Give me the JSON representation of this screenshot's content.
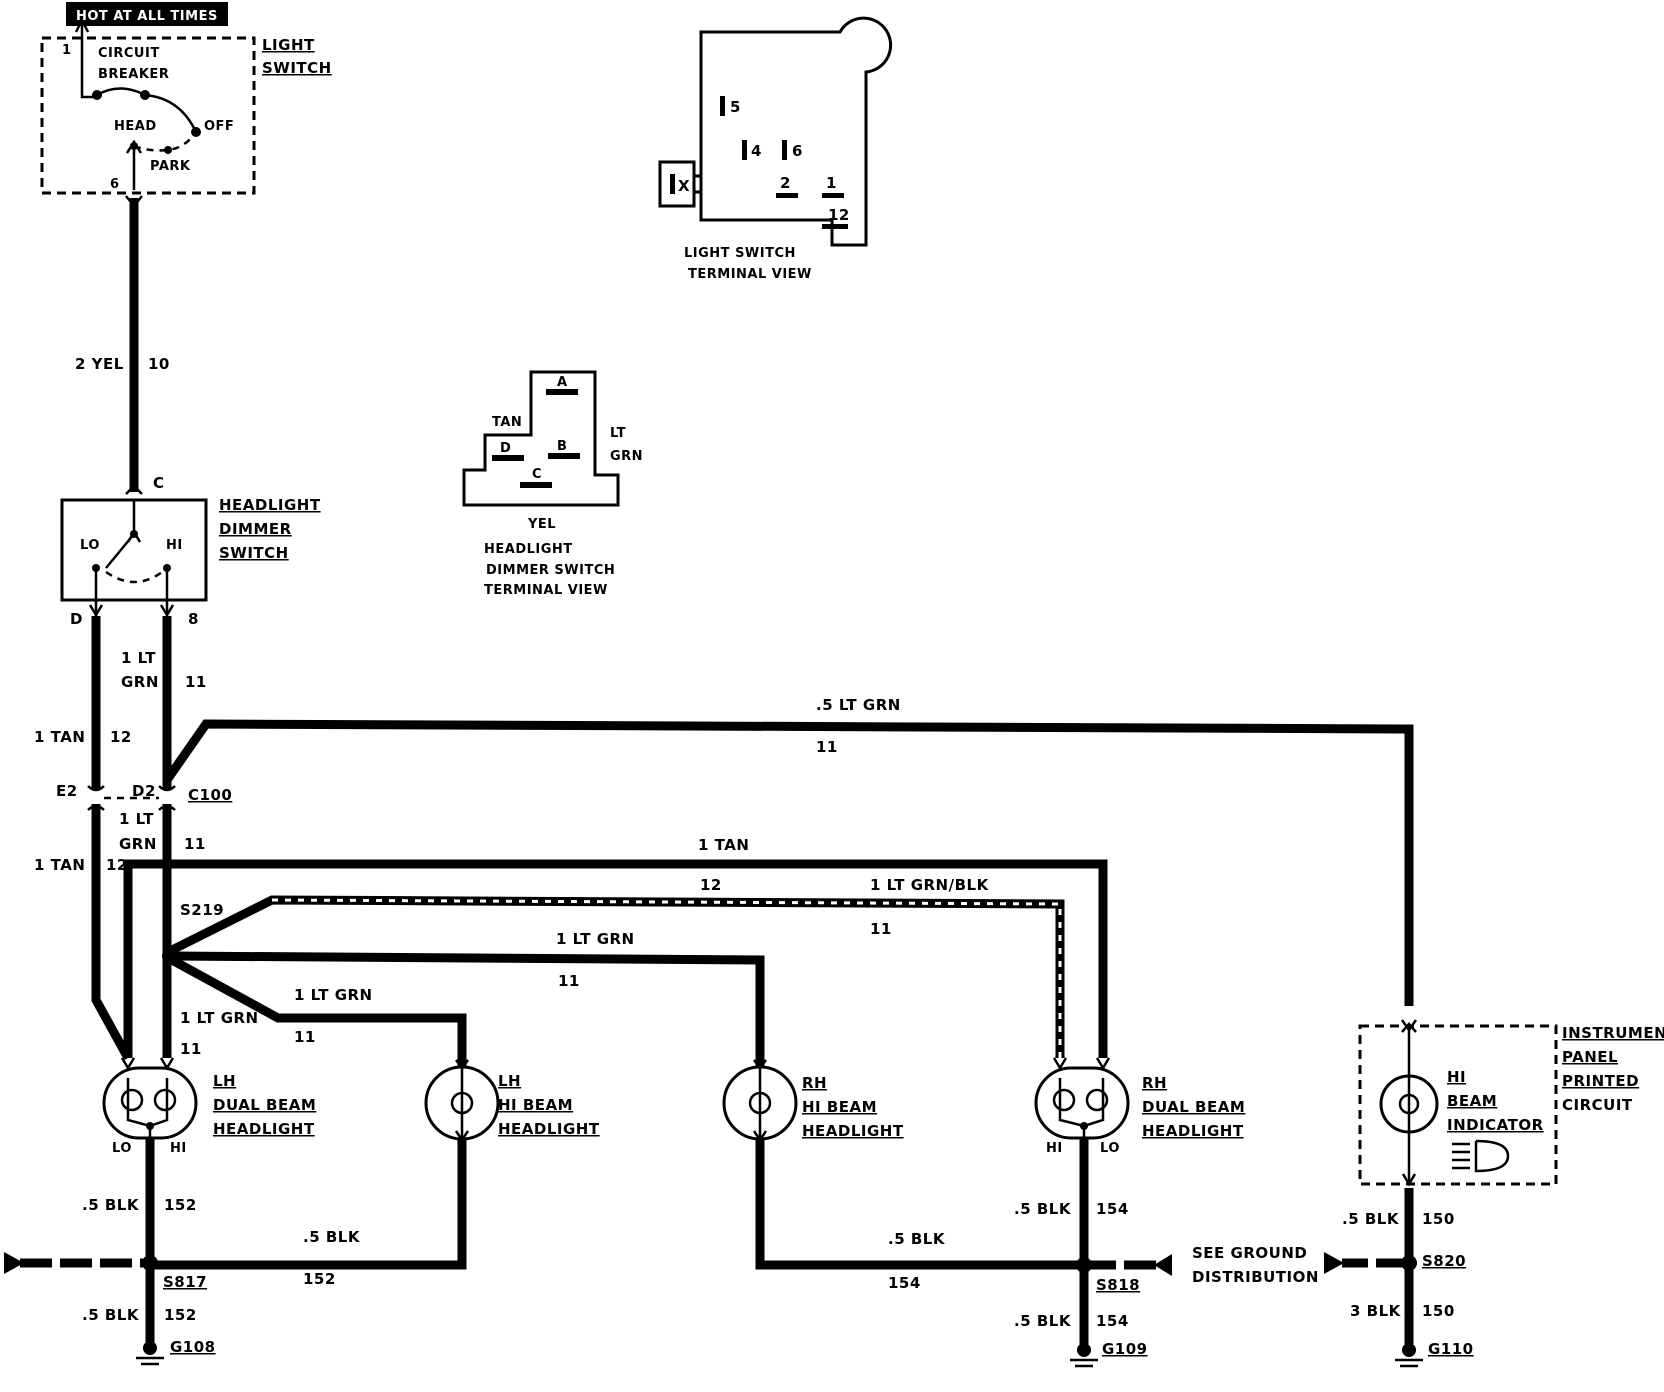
{
  "title_tag": "HOT AT ALL TIMES",
  "light_switch": {
    "name_line1": "LIGHT",
    "name_line2": "SWITCH",
    "breaker_line1": "CIRCUIT",
    "breaker_line2": "BREAKER",
    "pin_top": "1",
    "pos_head": "HEAD",
    "pos_off": "OFF",
    "pos_park": "PARK",
    "pin_bottom": "6"
  },
  "light_switch_view": {
    "caption_line1": "LIGHT SWITCH",
    "caption_line2": "TERMINAL VIEW",
    "terminals": [
      "5",
      "4",
      "6",
      "2",
      "1",
      "12",
      "X"
    ]
  },
  "dimmer_view": {
    "caption_line1": "HEADLIGHT",
    "caption_line2": "DIMMER SWITCH",
    "caption_line3": "TERMINAL VIEW",
    "terminals": [
      "A",
      "D",
      "B",
      "C"
    ],
    "wire_tan": "TAN",
    "wire_ltgrn_1": "LT",
    "wire_ltgrn_2": "GRN",
    "wire_yel": "YEL"
  },
  "wires": {
    "w10_size": "2 YEL",
    "w10_num": "10",
    "dimmer_pin_c": "C",
    "dimmer_pin_d": "D",
    "dimmer_pin_b": "8",
    "w11_a_size1": "1 LT",
    "w11_a_size2": "GRN",
    "w11_a_num": "11",
    "w12_a_size": "1 TAN",
    "w12_a_num": "12",
    "conn_e2": "E2",
    "conn_d2": "D2",
    "conn_c100": "C100",
    "w11_b_size1": "1 LT",
    "w11_b_size2": "GRN",
    "w11_b_num": "11",
    "w12_b_size": "1 TAN",
    "w12_b_num": "12",
    "splice_s219": "S219",
    "top_run_size": ".5 LT GRN",
    "top_run_num": "11",
    "tan_run_size": "1 TAN",
    "tan_run_num": "12",
    "stripe_run_size": "1 LT GRN/BLK",
    "stripe_run_num": "11",
    "grn_run_size": "1 LT GRN",
    "grn_run_num": "11",
    "lhhi_run_size": "1 LT GRN",
    "lhhi_run_num": "11",
    "lhdual_size": "1 LT GRN",
    "lhdual_num": "11"
  },
  "dimmer": {
    "name_line1": "HEADLIGHT",
    "name_line2": "DIMMER",
    "name_line3": "SWITCH",
    "pos_lo": "LO",
    "pos_hi": "HI"
  },
  "lamps": {
    "lh_dual": {
      "line1": "LH",
      "line2": "DUAL BEAM",
      "line3": "HEADLIGHT",
      "lo": "LO",
      "hi": "HI"
    },
    "lh_hi": {
      "line1": "LH",
      "line2": "HI BEAM",
      "line3": "HEADLIGHT"
    },
    "rh_hi": {
      "line1": "RH",
      "line2": "HI BEAM",
      "line3": "HEADLIGHT"
    },
    "rh_dual": {
      "line1": "RH",
      "line2": "DUAL BEAM",
      "line3": "HEADLIGHT",
      "hi": "HI",
      "lo": "LO"
    },
    "indicator": {
      "line1": "HI",
      "line2": "BEAM",
      "line3": "INDICATOR"
    },
    "ip_circuit": {
      "line1": "INSTRUMENT",
      "line2": "PANEL",
      "line3": "PRINTED",
      "line4": "CIRCUIT"
    }
  },
  "grounds": {
    "g108_wire_size_top": ".5 BLK",
    "g108_wire_num_top": "152",
    "s817": "S817",
    "g108_wire_size_bot": ".5 BLK",
    "g108_wire_num_bot": "152",
    "g108": "G108",
    "lhhi_gnd_size": ".5 BLK",
    "lhhi_gnd_num": "152",
    "g109_wire_size_top": ".5 BLK",
    "g109_wire_num_top": "154",
    "s818": "S818",
    "g109_wire_size_bot": ".5 BLK",
    "g109_wire_num_bot": "154",
    "g109": "G109",
    "rhhi_gnd_size": ".5 BLK",
    "rhhi_gnd_num": "154",
    "see_ground_1": "SEE GROUND",
    "see_ground_2": "DISTRIBUTION",
    "g110_wire_size_top": ".5 BLK",
    "g110_wire_num_top": "150",
    "s820": "S820",
    "g110_wire_size_bot": "3 BLK",
    "g110_wire_num_bot": "150",
    "g110": "G110"
  }
}
